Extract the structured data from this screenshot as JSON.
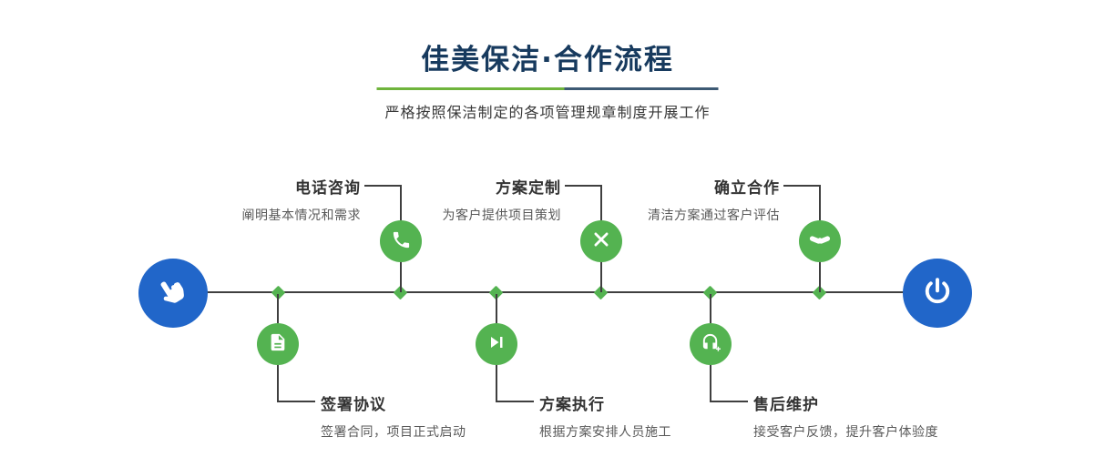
{
  "header": {
    "title": "佳美保洁·合作流程",
    "subtitle": "严格按照保洁制定的各项管理规章制度开展工作"
  },
  "flow": {
    "start_icon": "hand-pointer-icon",
    "end_icon": "power-icon",
    "steps_top": [
      {
        "title": "电话咨询",
        "desc": "阐明基本情况和需求",
        "icon": "phone-icon"
      },
      {
        "title": "方案定制",
        "desc": "为客户提供项目策划",
        "icon": "design-tools-icon"
      },
      {
        "title": "确立合作",
        "desc": "清洁方案通过客户评估",
        "icon": "handshake-icon"
      }
    ],
    "steps_bottom": [
      {
        "title": "签署协议",
        "desc": "签署合同，项目正式启动",
        "icon": "contract-icon"
      },
      {
        "title": "方案执行",
        "desc": "根据方案安排人员施工",
        "icon": "execute-icon"
      },
      {
        "title": "售后维护",
        "desc": "接受客户反馈，提升客户体验度",
        "icon": "headset-icon"
      }
    ]
  },
  "colors": {
    "title_navy": "#173a5e",
    "step_green": "#54b351",
    "cap_blue": "#2166c9",
    "line": "#3f3f3f",
    "divider_green": "#6fb43c",
    "divider_blue": "#3d5a74"
  }
}
